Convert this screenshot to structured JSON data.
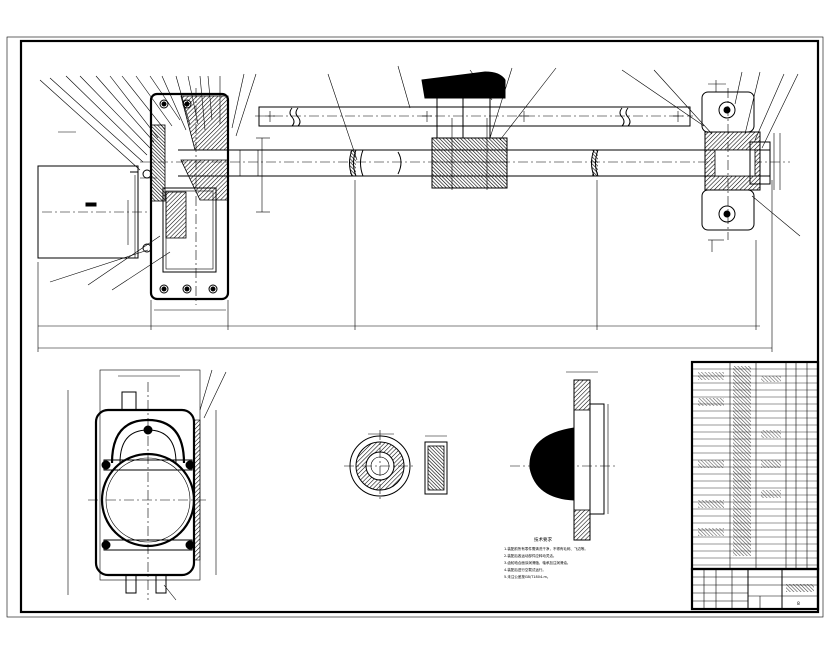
{
  "drawing": {
    "notes_title": "技术要求",
    "notes": [
      "1.装配前所有零件需清洗干净，不得有毛刺、飞边等。",
      "2.装配后各运动部件应转动灵活。",
      "3.齿轮啮合面涂润滑脂，轴承加注润滑油。",
      "4.装配后进行空载试运行。",
      "5.未注公差按GB/T1804-m。"
    ],
    "sheet_number": "8"
  }
}
